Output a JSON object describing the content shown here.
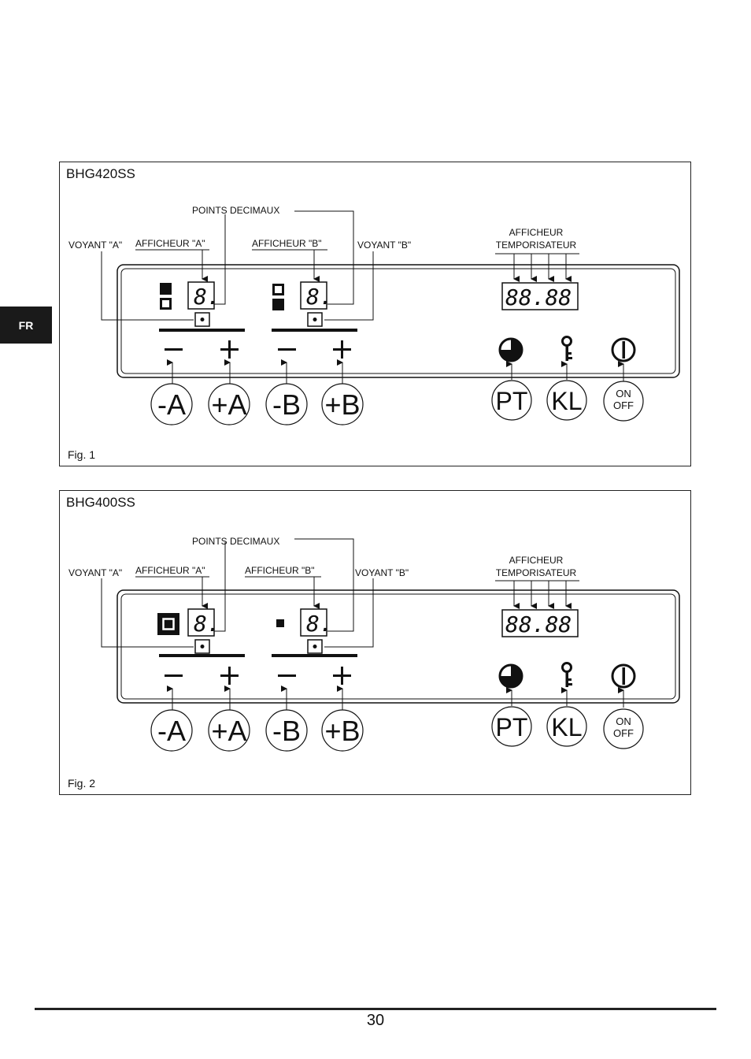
{
  "lang_tab": "FR",
  "page_number": "30",
  "labels": {
    "points": "POINTS DECIMAUX",
    "voyant_a": "VOYANT \"A\"",
    "afficheur_a": "AFFICHEUR \"A\"",
    "afficheur_b": "AFFICHEUR \"B\"",
    "voyant_b": "VOYANT \"B\"",
    "afficheur": "AFFICHEUR",
    "temporisateur": "TEMPORISATEUR",
    "digit": "8.",
    "timer_digits": "88.88"
  },
  "buttons": {
    "minus_a": "-A",
    "plus_a": "+A",
    "minus_b": "-B",
    "plus_b": "+B",
    "pt": "PT",
    "kl": "KL",
    "on": "ON",
    "off": "OFF"
  },
  "figures": [
    {
      "model": "BHG420SS",
      "caption": "Fig. 1"
    },
    {
      "model": "BHG400SS",
      "caption": "Fig. 2"
    }
  ]
}
